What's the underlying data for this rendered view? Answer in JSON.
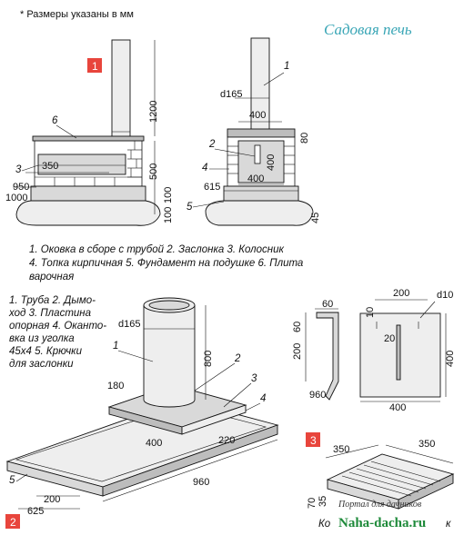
{
  "note": "* Размеры указаны в мм",
  "title": "Садовая печь",
  "fig1": {
    "badge": "1",
    "dims": {
      "d165": "d165",
      "w400_top": "400",
      "h80": "80",
      "h1200": "1200",
      "h500": "500",
      "w350": "350",
      "w950": "950",
      "w1000": "1000",
      "h100a": "100",
      "h100b": "100",
      "w615": "615",
      "w400_inner": "400",
      "h400_inner": "400",
      "h45": "45"
    },
    "labels": {
      "n1": "1",
      "n2": "2",
      "n3": "3",
      "n4": "4",
      "n5": "5",
      "n6": "6"
    },
    "legend": [
      "1. Оковка в сборе с трубой 2. Заслонка 3. Колосник",
      "4. Топка кирпичная 5. Фундамент на подушке 6. Плита",
      "варочная"
    ]
  },
  "fig2": {
    "badge": "2",
    "legend": [
      "1. Труба  2. Дымо-",
      "ход  3. Пластина",
      "опорная  4. Оканто-",
      "вка из уголка",
      "45х4  5. Крючки",
      "для заслонки"
    ],
    "dims": {
      "d165": "d165",
      "h800": "800",
      "w180": "180",
      "w400": "400",
      "w220": "220",
      "w960": "960",
      "w200": "200",
      "w625": "625"
    },
    "labels": {
      "n1": "1",
      "n2": "2",
      "n3": "3",
      "n4": "4",
      "n5": "5"
    }
  },
  "fig3": {
    "badge": "3",
    "dims": {
      "w60": "60",
      "h60": "60",
      "h200": "200",
      "h960": "960",
      "w200": "200",
      "d10": "d10",
      "n10": "10",
      "n20": "20",
      "h400": "400",
      "w400": "400",
      "w350a": "350",
      "w350b": "350",
      "h70": "70",
      "h35": "35"
    },
    "caption_partial": "Ко",
    "caption_tail": "к"
  },
  "watermark": {
    "line1": "Портал для дачников",
    "line2": "Naha-dacha.ru"
  }
}
